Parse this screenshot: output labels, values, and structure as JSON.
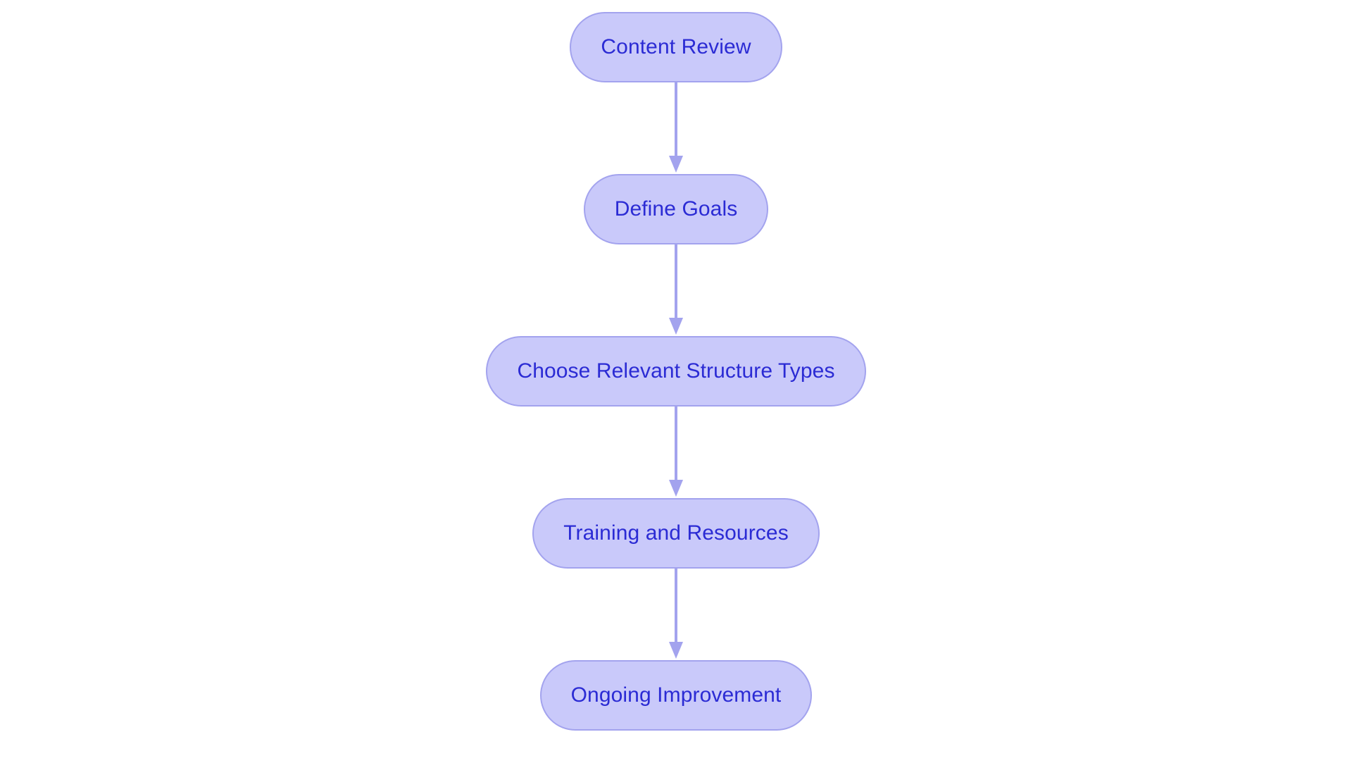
{
  "diagram": {
    "type": "flowchart",
    "orientation": "top-to-bottom",
    "title": "",
    "background_color": "#ffffff",
    "node_fill_color": "#c9c9fa",
    "node_border_color": "#a3a3ee",
    "node_text_color": "#2b2bd4",
    "connector_color": "#a3a3ee",
    "node_shape": "pill",
    "nodes": [
      {
        "id": "content-review",
        "label": "Content Review",
        "order": 1
      },
      {
        "id": "define-goals",
        "label": "Define Goals",
        "order": 2
      },
      {
        "id": "choose-relevant-structure-types",
        "label": "Choose Relevant Structure Types",
        "order": 3
      },
      {
        "id": "training-and-resources",
        "label": "Training and Resources",
        "order": 4
      },
      {
        "id": "ongoing-improvement",
        "label": "Ongoing Improvement",
        "order": 5
      }
    ],
    "edges": [
      {
        "from": "content-review",
        "to": "define-goals",
        "label": "",
        "arrowhead": "triangle"
      },
      {
        "from": "define-goals",
        "to": "choose-relevant-structure-types",
        "label": "",
        "arrowhead": "triangle"
      },
      {
        "from": "choose-relevant-structure-types",
        "to": "training-and-resources",
        "label": "",
        "arrowhead": "triangle"
      },
      {
        "from": "training-and-resources",
        "to": "ongoing-improvement",
        "label": "",
        "arrowhead": "triangle"
      }
    ]
  }
}
